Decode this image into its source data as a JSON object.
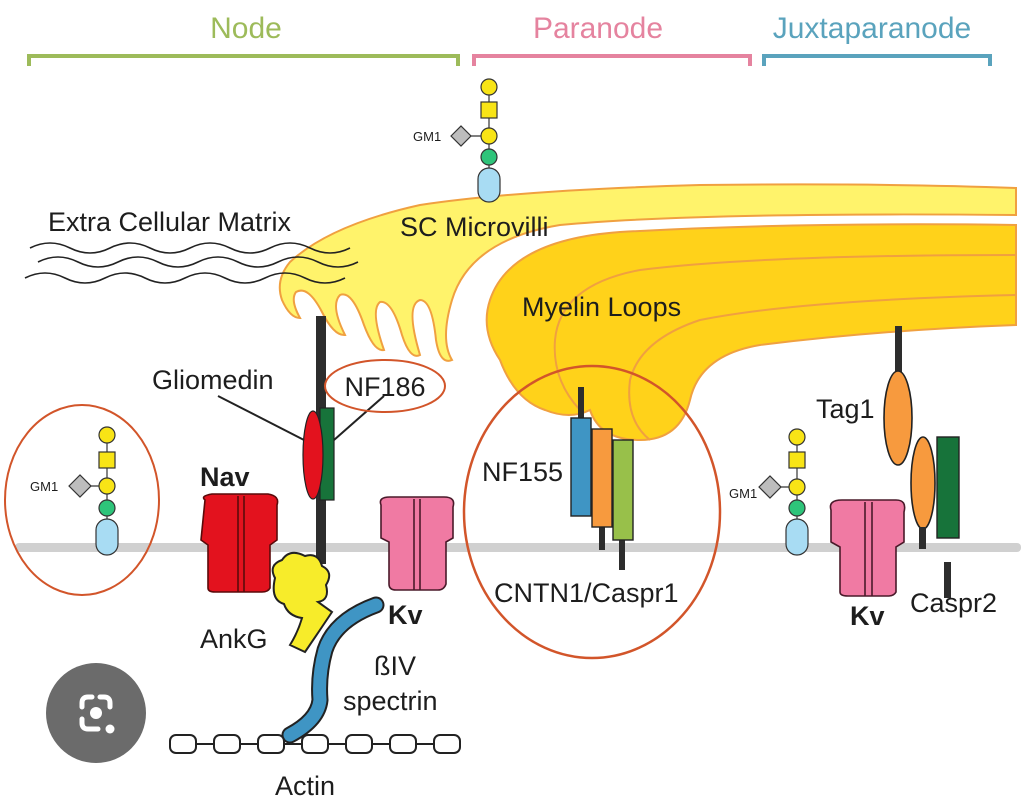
{
  "regions": {
    "node": {
      "label": "Node",
      "color": "#9dbb5a"
    },
    "paranode": {
      "label": "Paranode",
      "color": "#e5839f"
    },
    "juxtaparanode": {
      "label": "Juxtaparanode",
      "color": "#5aa3bd"
    }
  },
  "labels": {
    "ecm": "Extra Cellular Matrix",
    "sc_microvilli": "SC Microvilli",
    "myelin_loops": "Myelin Loops",
    "gliomedin": "Gliomedin",
    "nf186": "NF186",
    "nav": "Nav",
    "kv_node": "Kv",
    "ankg": "AnkG",
    "beta_iv": "ßIV",
    "spectrin": "spectrin",
    "actin": "Actin",
    "nf155": "NF155",
    "cntn1_caspr1": "CNTN1/Caspr1",
    "tag1": "Tag1",
    "kv_juxta": "Kv",
    "caspr2": "Caspr2",
    "gm1_top": "GM1",
    "gm1_left": "GM1",
    "gm1_right": "GM1"
  },
  "colors": {
    "myelin_light": "#fff36b",
    "myelin_dark": "#ffd21a",
    "myelin_edge": "#f0a040",
    "membrane": "#d0d0d0",
    "nav": "#e3121e",
    "kv": "#f07aa3",
    "ankg": "#f7ec2a",
    "spectrin": "#3f95c4",
    "nf155": "#3f95c4",
    "cntn1": "#f79a3e",
    "caspr1": "#98c04a",
    "caspr2": "#17733a",
    "nf186": "#17733a",
    "gliomedin": "#e3121e",
    "tag1": "#f79a3e",
    "circle_highlight": "#d2552a"
  },
  "overlay": {
    "icon": "google-lens-icon"
  }
}
